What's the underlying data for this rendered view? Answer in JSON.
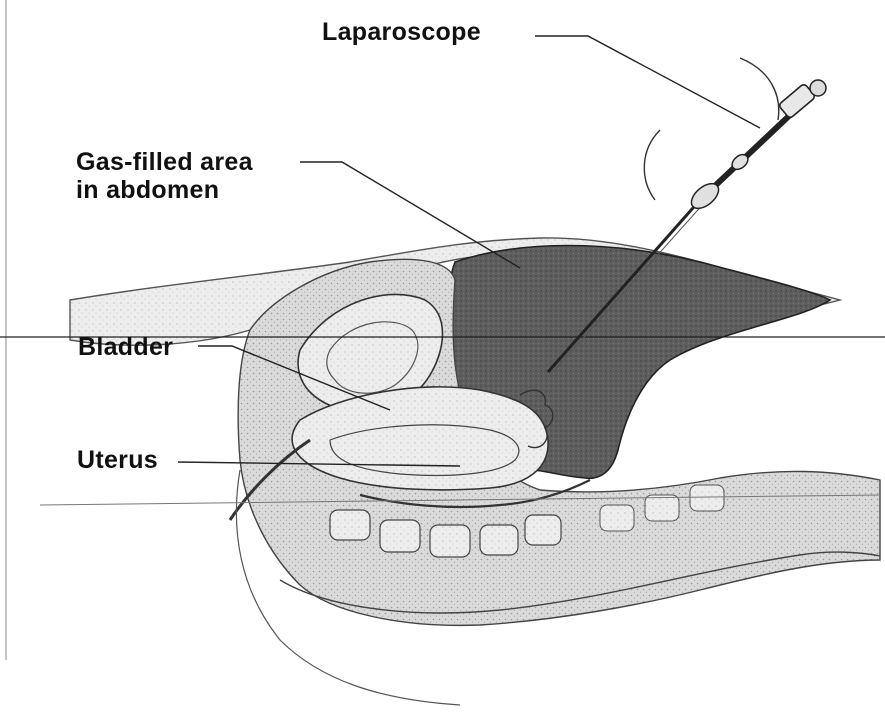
{
  "labels": {
    "laparoscope": "Laparoscope",
    "gas_line1": "Gas-filled area",
    "gas_line2": "in abdomen",
    "bladder": "Bladder",
    "uterus": "Uterus"
  },
  "colors": {
    "background": "#ffffff",
    "ink": "#111111",
    "gas_area": "#5a5a5a",
    "tissue_light": "#d9d9d9",
    "tissue_mid": "#b5b5b5"
  }
}
